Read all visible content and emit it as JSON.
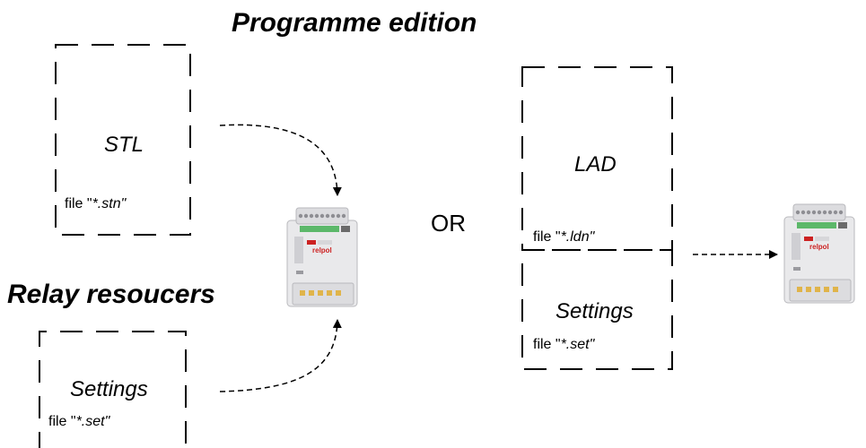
{
  "headings": {
    "programme": "Programme edition",
    "relay": "Relay resoucers"
  },
  "or_label": "OR",
  "boxes": {
    "stl": {
      "label": "STL",
      "file_prefix": "file \"",
      "file_ext": "*.stn\""
    },
    "settings_left": {
      "label": "Settings",
      "file_prefix": "file \"",
      "file_ext": "*.set\""
    },
    "lad": {
      "label": "LAD",
      "file_prefix": "file \"",
      "file_ext": "*.ldn\""
    },
    "settings_right": {
      "label": "Settings",
      "file_prefix": "file \"",
      "file_ext": "*.set\""
    }
  },
  "device": {
    "brand": "relpol"
  }
}
